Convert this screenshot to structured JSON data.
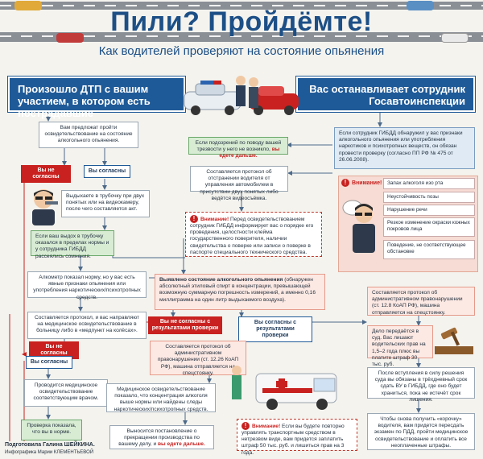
{
  "header": {
    "title": "Пили? Пройдёмте!",
    "subtitle": "Как водителей проверяют на состояние опьянения"
  },
  "banners": {
    "left": "Произошло ДТП с вашим участием, в котором есть пострадавшие",
    "right": "Вас останавливает сотрудник Госавтоинспекции"
  },
  "left_column": {
    "offer_test": "Вам предложат пройти освидетельствование на состояние алкогольного опьянения.",
    "disagree_1": "Вы не согласны",
    "agree_1": "Вы согласны",
    "breathalyzer": "Выдыхаете в трубочку при двух понятых или на видеокамеру, после чего составляется акт.",
    "exceeded": "Если ваш выдох в трубочку оказался в пределах нормы и у сотрудника ГИБДД рассеялись сомнения.",
    "normal_but_signs": "Алкометр показал норму, но у вас есть явные признаки опьянения или употребления наркотических/психотропных средств.",
    "protocol_medical": "Составляется протокол, и вас направляют на медицинское освидетельствование в больницу либо в «медпункт на колёсах».",
    "disagree_2": "Вы не согласны",
    "agree_2": "Вы согласны",
    "medical_exam": "Проводится медицинское освидетельствование соответствующим врачом.",
    "check_ok": "Проверка показала, что вы в норме.",
    "credit_author": "Подготовила Галина ШЕЙКИНА.",
    "credit_graphics": "Инфографика Марии КЛЕМЕНТЬЕВОЙ"
  },
  "center_column": {
    "no_reason": "Если подозрений по поводу вашей трезвости у него не возникло,",
    "no_reason_hl": "вы едете дальше.",
    "removal_protocol": "Составляется протокол об отстранении водителя от управления автомобилем в присутствии двух понятых либо ведётся видеосъёмка.",
    "attention_label": "Внимание!",
    "attention_text": "Перед освидетельствованием сотрудник ГИБДД информирует вас о порядке его проведения, целостности клейма государственного поверителя, наличии свидетельства о поверке или записи о поверке в паспорте специального технического средства.",
    "alcohol_detected_label": "Выявлено состояние алкогольного опьянения",
    "alcohol_detected_text": "(обнаружен абсолютный этиловый спирт в концентрации, превышающей возможную суммарную погрешность измерений, а именно 0,16 миллиграмма на один литр выдыхаемого воздуха).",
    "disagree_result": "Вы не согласны с результатами проверки",
    "agree_result": "Вы согласны с результатами проверки",
    "admin_protocol": "Составляется протокол об административном правонарушении (ст. 12.26 КоАП РФ), машина отправляется на спецстоянку.",
    "med_result": "Медицинское освидетельствование показало, что концентрация алкоголя выше нормы или найдены следы наркотических/психотропных средств.",
    "terminated": "Выносится постановление о прекращении производства по вашему делу, и",
    "terminated_hl": "вы едете дальше.",
    "repeat_label": "Внимание!",
    "repeat_text": "Если вы будете повторно управлять транспортным средством в нетрезвом виде, вам придется заплатить штраф 50 тыс. руб. и лишиться прав на 3 года."
  },
  "right_column": {
    "inspector_signs": "Если сотрудник ГИБДД обнаружил у вас признаки алкогольного опьянения или употребления наркотиков и психотропных веществ, он обязан провести проверку (согласно ПП РФ № 475 от 26.06.2008).",
    "attention_label": "Внимание!",
    "symptoms": [
      "Запах алкоголя изо рта",
      "Неустойчивость позы",
      "Нарушение речи",
      "Резкое изменение окраски кожных покровов лица",
      "Поведение, не соответствующее обстановке"
    ],
    "admin_protocol_right": "Составляется протокол об административном правонарушении (ст. 12.8 КоАП РФ), машина отправляется на спецстоянку.",
    "court": "Дело передаётся в суд. Вас лишают водительских прав на 1,5–2 года плюс вы платите штраф 30 тыс. руб.",
    "after_court": "После вступления в силу решения суда вы обязаны в трёхдневный срок сдать ВУ в ГИБДД, где оно будет храниться, пока не истечёт срок лишения.",
    "return_license": "Чтобы снова получить «корочку» водителя, вам придется пересдать экзамен по ПДД, пройти медицинское освидетельствование и оплатить все неоплаченные штрафы."
  },
  "colors": {
    "brand_blue": "#1f5a98",
    "alert_red": "#c8211f",
    "green_fill": "#d8ecd4",
    "pink_fill": "#fde9e4",
    "background": "#f4f3ee"
  }
}
